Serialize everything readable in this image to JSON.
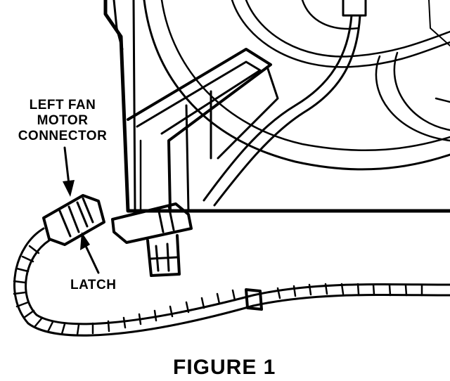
{
  "figure": {
    "callouts": {
      "connector_line1": "LEFT FAN",
      "connector_line2": "MOTOR",
      "connector_line3": "CONNECTOR",
      "latch": "LATCH"
    },
    "caption": "FIGURE 1"
  },
  "colors": {
    "ink": "#000000",
    "paper": "#ffffff"
  }
}
